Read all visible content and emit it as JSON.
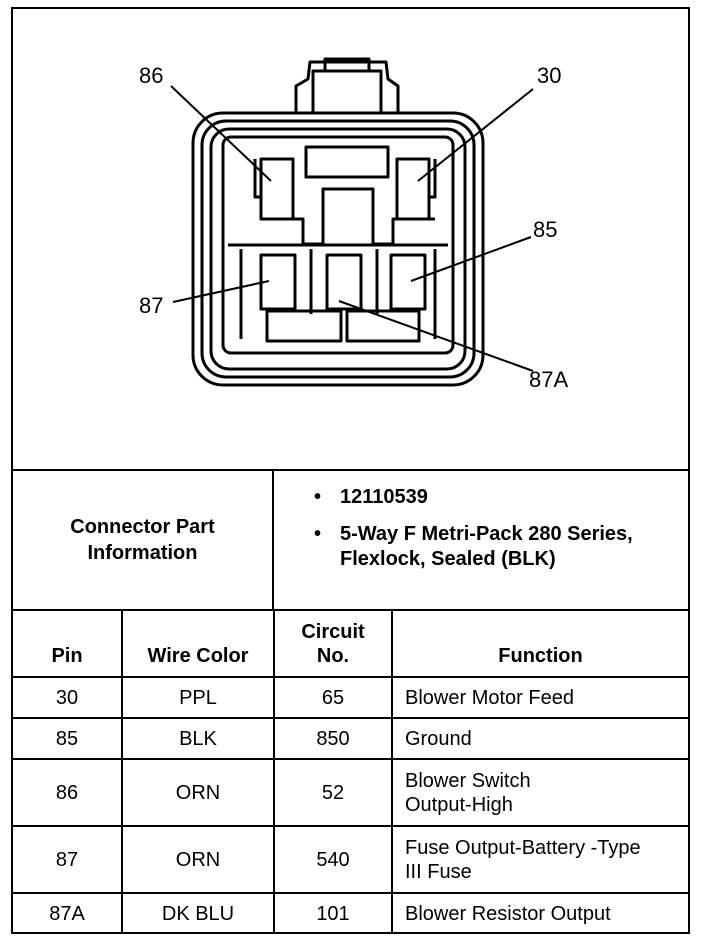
{
  "diagram": {
    "pin_labels": {
      "p86": "86",
      "p30": "30",
      "p85": "85",
      "p87": "87",
      "p87a": "87A"
    }
  },
  "connector_info": {
    "label": "Connector Part Information",
    "part_number": "12110539",
    "description": "5-Way F Metri-Pack 280 Series, Flexlock, Sealed (BLK)"
  },
  "pin_table": {
    "headers": {
      "pin": "Pin",
      "wire_color": "Wire Color",
      "circuit_no": "Circuit No.",
      "function": "Function"
    },
    "rows": [
      {
        "pin": "30",
        "wire_color": "PPL",
        "circuit_no": "65",
        "function": "Blower Motor Feed"
      },
      {
        "pin": "85",
        "wire_color": "BLK",
        "circuit_no": "850",
        "function": "Ground"
      },
      {
        "pin": "86",
        "wire_color": "ORN",
        "circuit_no": "52",
        "function": "Blower Switch Output-High"
      },
      {
        "pin": "87",
        "wire_color": "ORN",
        "circuit_no": "540",
        "function": "Fuse Output-Battery -Type III Fuse"
      },
      {
        "pin": "87A",
        "wire_color": "DK BLU",
        "circuit_no": "101",
        "function": "Blower Resistor Output"
      }
    ]
  }
}
